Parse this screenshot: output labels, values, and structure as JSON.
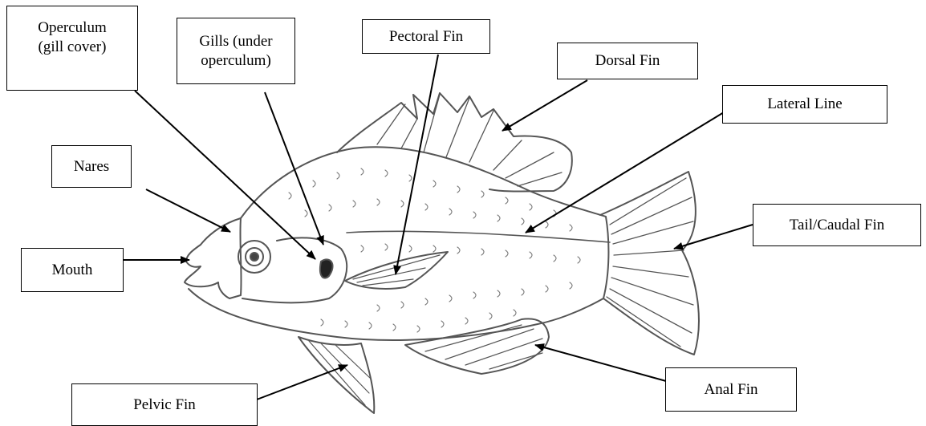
{
  "labels": {
    "operculum": "Operculum\n(gill cover)",
    "gills": "Gills (under\noperculum)",
    "pectoral_fin": "Pectoral Fin",
    "dorsal_fin": "Dorsal Fin",
    "lateral_line": "Lateral Line",
    "nares": "Nares",
    "mouth": "Mouth",
    "tail_caudal_fin": "Tail/Caudal Fin",
    "anal_fin": "Anal Fin",
    "pelvic_fin": "Pelvic Fin"
  }
}
